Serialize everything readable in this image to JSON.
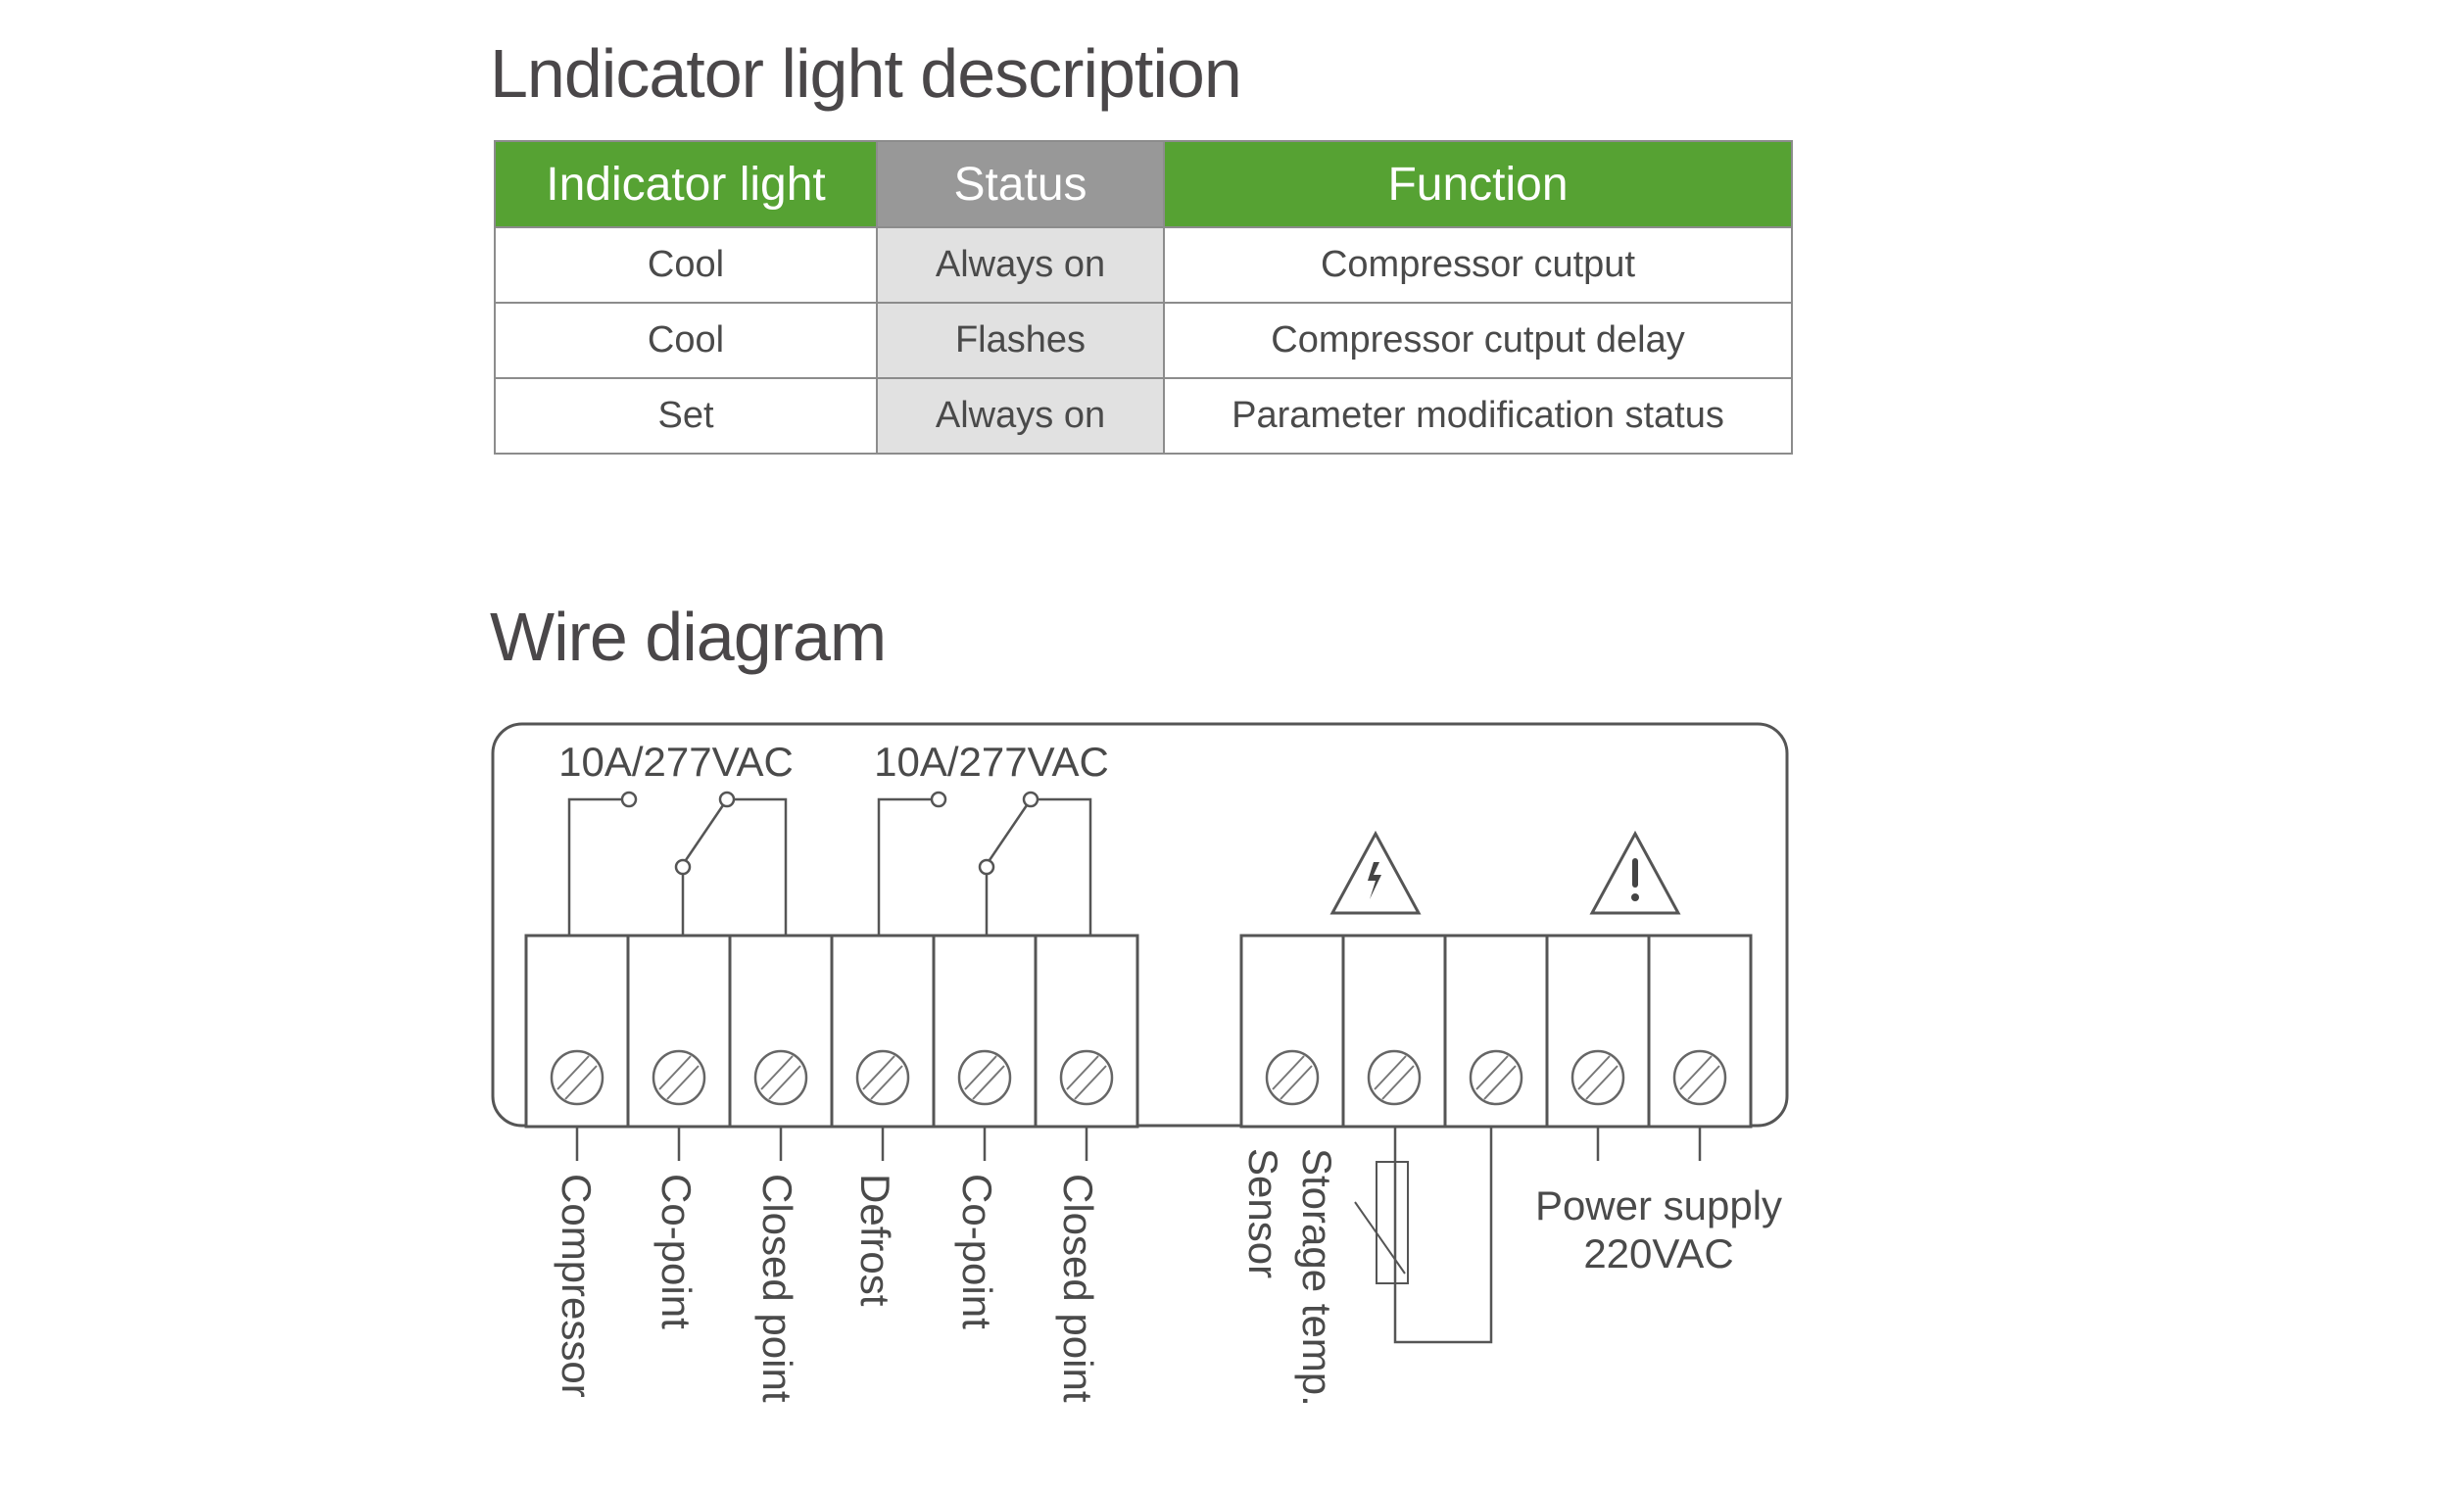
{
  "indicator_section": {
    "title": "Lndicator light description",
    "headers": [
      "Indicator light",
      "Status",
      "Function"
    ],
    "rows": [
      {
        "light": "Cool",
        "status": "Always on",
        "function": "Compressor cutput"
      },
      {
        "light": "Cool",
        "status": "Flashes",
        "function": "Compressor cutput delay"
      },
      {
        "light": "Set",
        "status": "Always on",
        "function": "Parameter modification status"
      }
    ],
    "colors": {
      "header_green": "#56a233",
      "header_gray": "#989898",
      "status_cell": "#e1e1e1"
    }
  },
  "wire_section": {
    "title": "Wire diagram",
    "relay_ratings": [
      "10A/277VAC",
      "10A/277VAC"
    ],
    "terminal_labels": [
      "Compressor",
      "Co-point",
      "Closed point",
      "Defrost",
      "Co-point",
      "Closed point"
    ],
    "sensor_label_line1": "Storage temp.",
    "sensor_label_line2": "Sensor",
    "power_label_line1": "Power supply",
    "power_label_line2": "220VAC",
    "warning_icons": [
      "high-voltage-warning-icon",
      "caution-warning-icon"
    ],
    "terminal_count_left": 6,
    "terminal_count_right": 5
  }
}
